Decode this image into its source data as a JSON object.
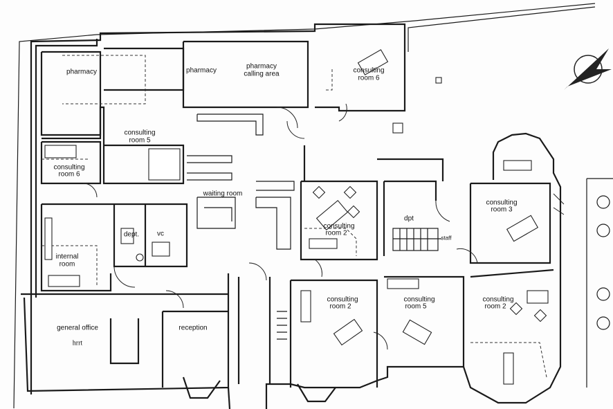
{
  "rooms": {
    "pharmacy_1": "pharmacy",
    "pharmacy_2": "pharmacy",
    "pharmacy_calling_area_l1": "pharmacy",
    "pharmacy_calling_area_l2": "calling area",
    "consulting_room_6_top_l1": "consulting",
    "consulting_room_6_top_l2": "room 6",
    "consulting_room_5_top_l1": "consulting",
    "consulting_room_5_top_l2": "room 5",
    "consulting_room_6_left_l1": "consulting",
    "consulting_room_6_left_l2": "room 6",
    "waiting_room": "waiting room",
    "dept": "dept.",
    "vc": "vc",
    "internal_room_l1": "internal",
    "internal_room_l2": "room",
    "general_office": "general office",
    "general_office_mark": "hrrt",
    "reception": "reception",
    "consulting_room_2_mid_l1": "consulting",
    "consulting_room_2_mid_l2": "room 2",
    "dpt": "dpt",
    "staff": "staff",
    "consulting_room_3_l1": "consulting",
    "consulting_room_3_l2": "room 3",
    "consulting_room_2_bot_l1": "consulting",
    "consulting_room_2_bot_l2": "room 2",
    "consulting_room_5_bot_l1": "consulting",
    "consulting_room_5_bot_l2": "room 5",
    "consulting_room_2_right_l1": "consulting",
    "consulting_room_2_right_l2": "room 2"
  }
}
